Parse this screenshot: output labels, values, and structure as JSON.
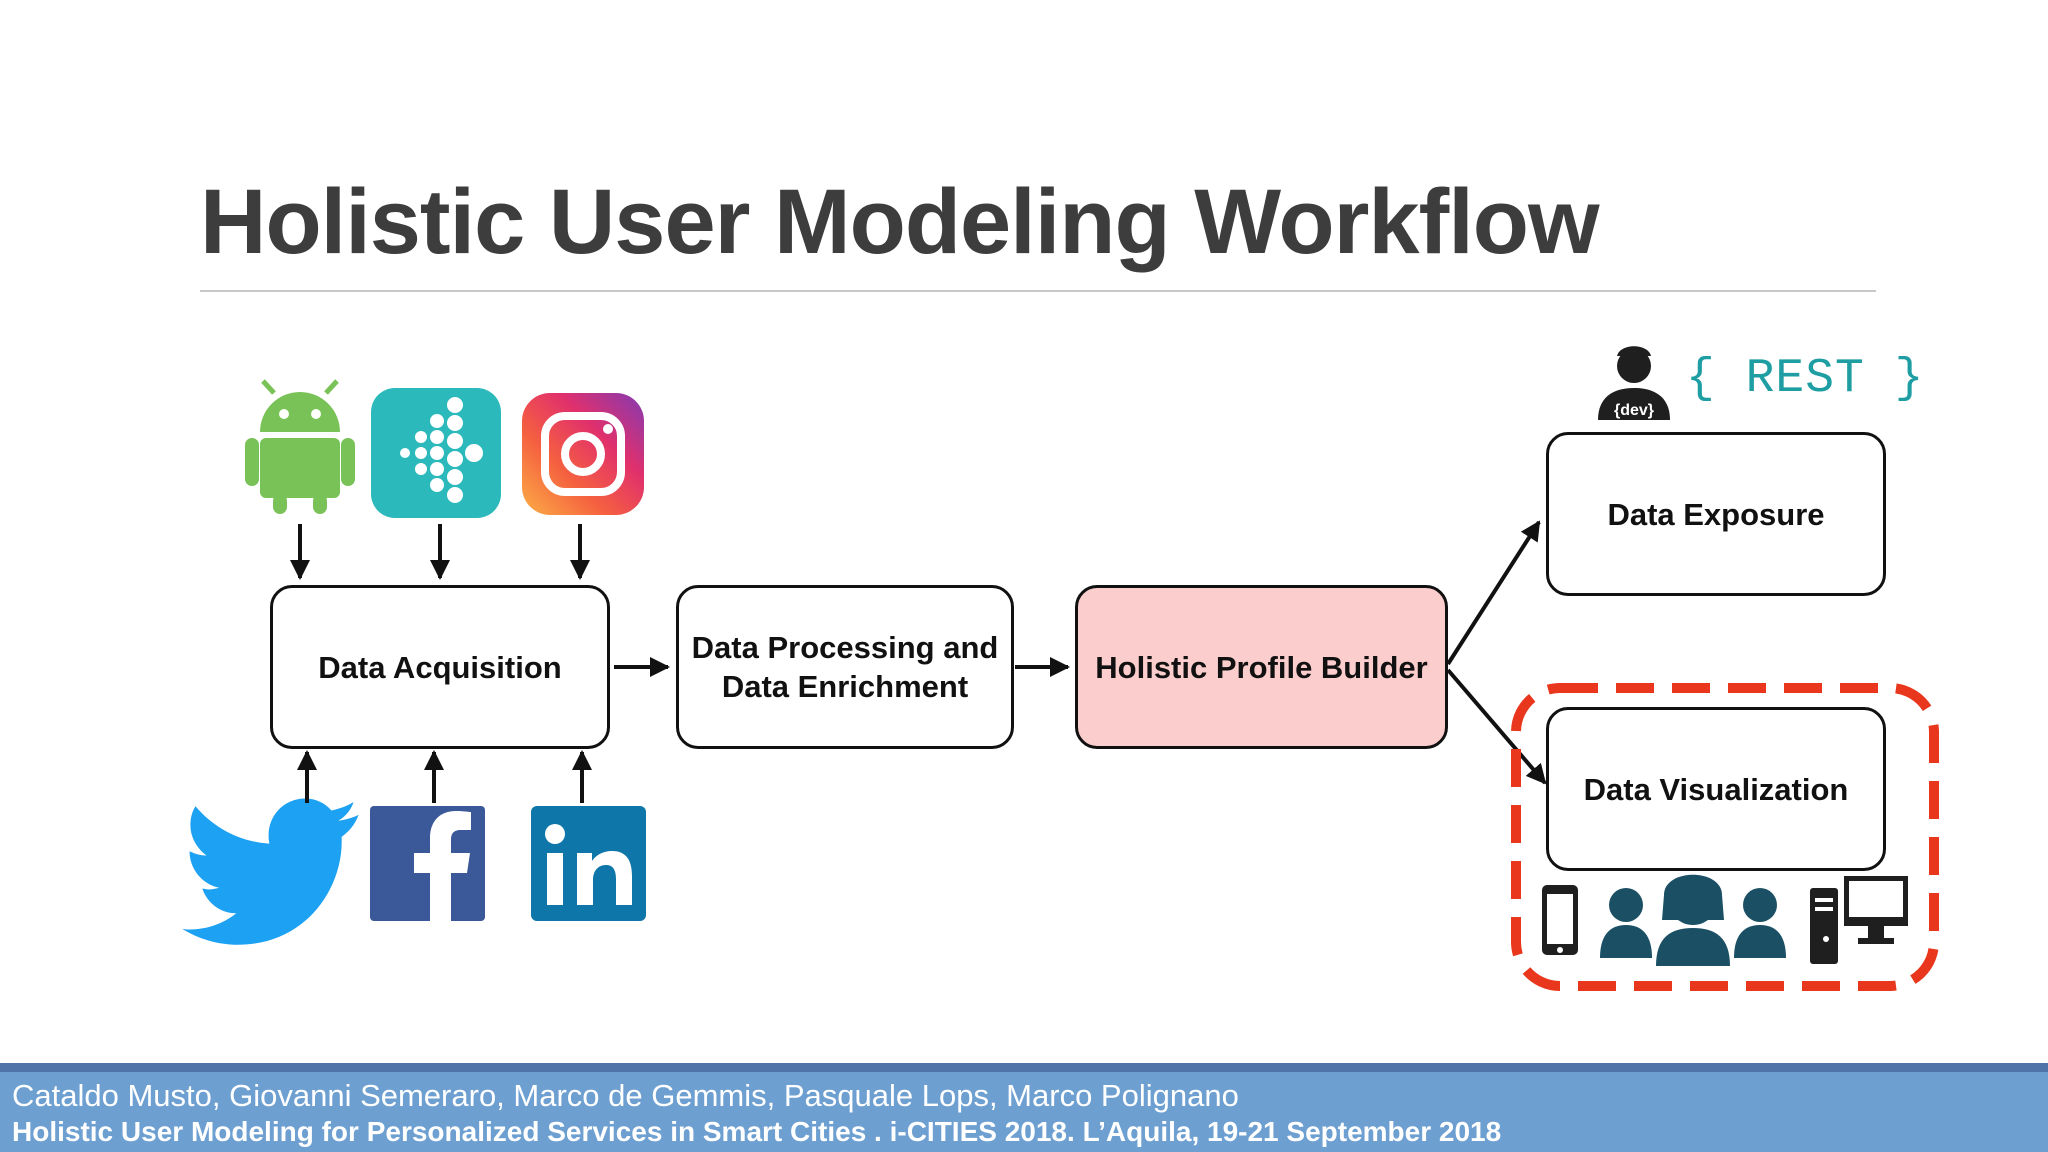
{
  "slide": {
    "title": "Holistic User Modeling Workflow"
  },
  "diagram": {
    "boxes": {
      "acquisition": "Data Acquisition",
      "processing_line1": "Data Processing and",
      "processing_line2": "Data Enrichment",
      "profile_builder": "Holistic Profile Builder",
      "exposure": "Data Exposure",
      "visualization": "Data Visualization"
    },
    "labels": {
      "rest": "{ REST }",
      "dev": "{dev}"
    },
    "sources_top": [
      "android-icon",
      "fitbit-icon",
      "instagram-icon"
    ],
    "sources_bottom": [
      "twitter-icon",
      "facebook-icon",
      "linkedin-icon"
    ],
    "highlight_color": "#e8371c",
    "profile_builder_color": "#fccdcd"
  },
  "footer": {
    "authors": "Cataldo Musto, Giovanni Semeraro, Marco de Gemmis, Pasquale Lops, Marco Polignano",
    "venue": "Holistic User Modeling for Personalized Services in Smart Cities . i-CITIES 2018. L’Aquila, 19-21 September 2018"
  }
}
